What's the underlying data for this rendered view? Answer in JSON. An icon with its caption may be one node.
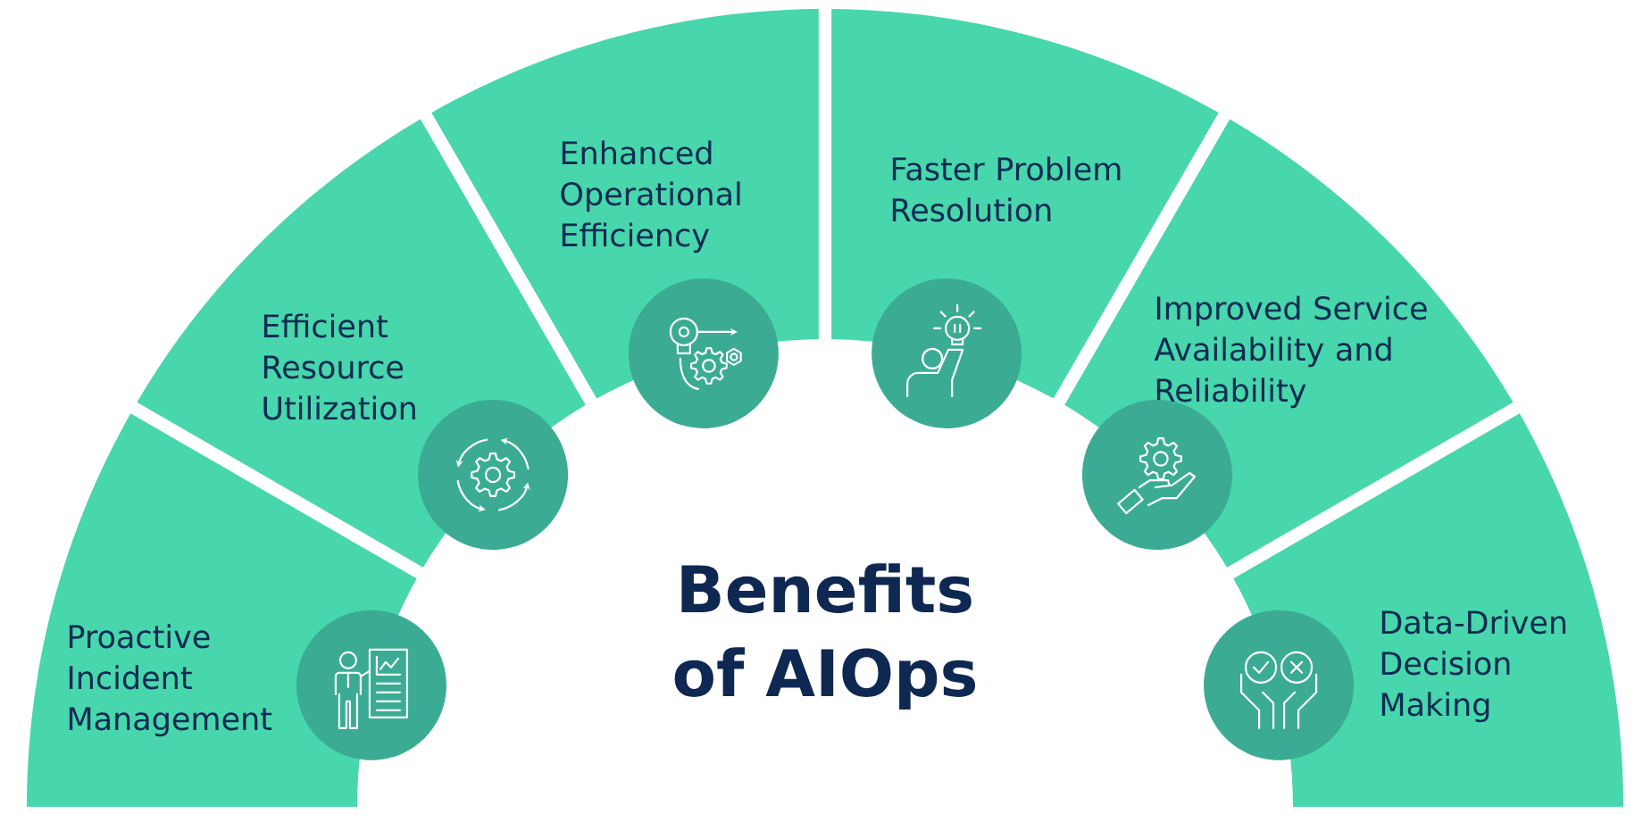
{
  "diagram": {
    "title": "Benefits of AIOps",
    "nodes": [
      {
        "text": [
          "Proactive Incident Management"
        ]
      },
      {
        "text": [
          "Efficient Resource Utilization"
        ]
      },
      {
        "text": [
          "Enhanced Operational Efficiency"
        ]
      },
      {
        "text": [
          "Faster Problem Resolution"
        ]
      },
      {
        "text": [
          "Improved Service Availability and Reliability"
        ]
      },
      {
        "text": [
          "Data-Driven Decision Making"
        ]
      }
    ]
  }
}
